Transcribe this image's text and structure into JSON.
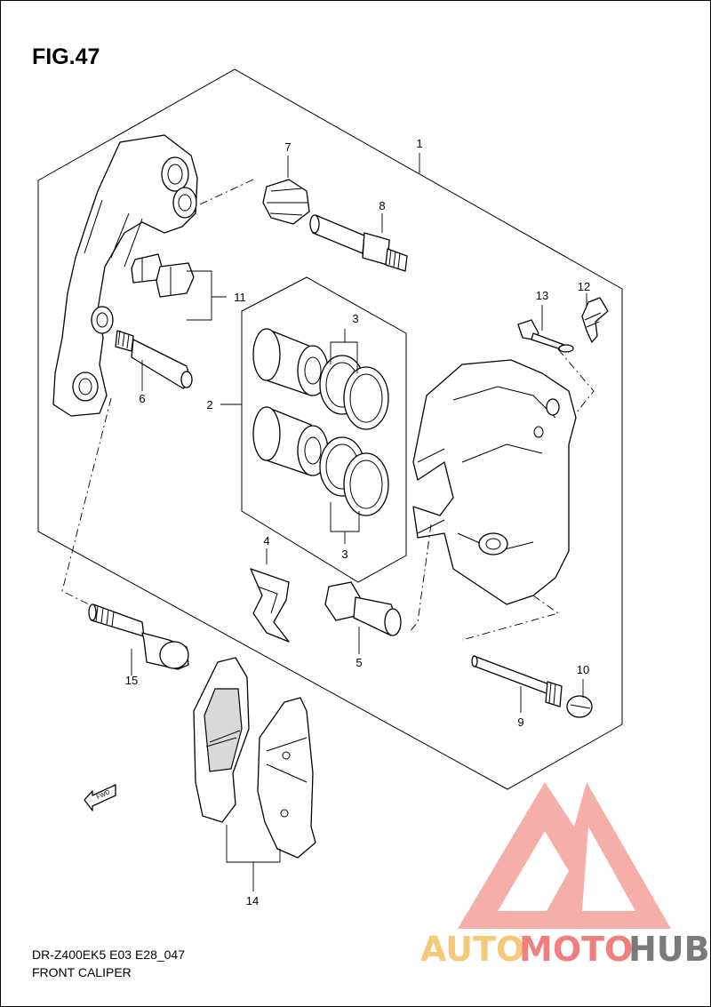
{
  "figure": {
    "title": "FIG.47"
  },
  "footer": {
    "model_code": "DR-Z400EK5 E03 E28_047",
    "section_name": "FRONT CALIPER"
  },
  "callouts": [
    "1",
    "2",
    "3",
    "3",
    "4",
    "5",
    "6",
    "7",
    "8",
    "9",
    "10",
    "11",
    "12",
    "13",
    "14",
    "15"
  ],
  "fwd_label": "FWD",
  "watermark": {
    "part1": "AUTO",
    "part2": "MOTO",
    "part3": "HUB",
    "color_light": "#f5c97a",
    "color_mid": "#f08080",
    "color_dark": "#7a7a7a",
    "logo_color": "#f4a09a"
  }
}
